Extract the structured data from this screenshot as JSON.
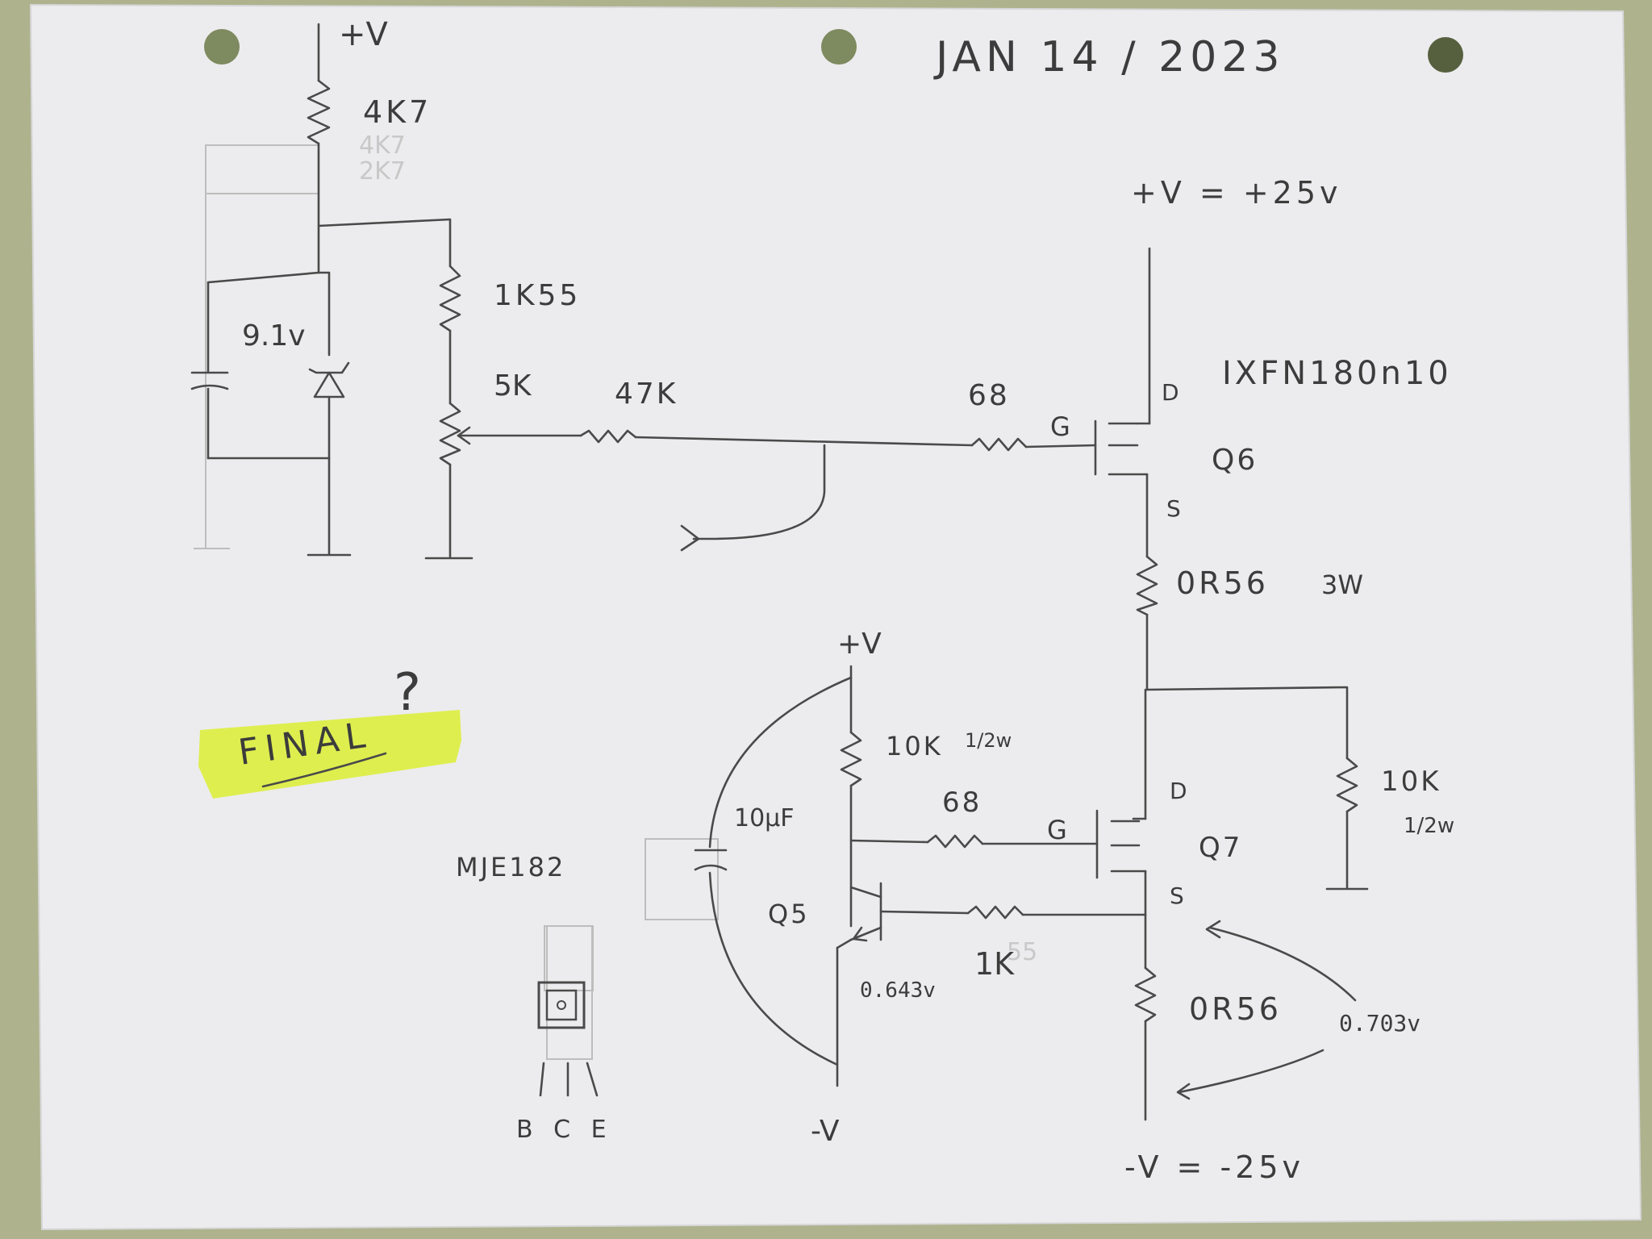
{
  "header": {
    "date": "JAN 14 / 2023"
  },
  "supplies": {
    "top_rail": "+V",
    "pos": "+V = +25v",
    "neg": "-V = -25v",
    "pos_small": "+V",
    "neg_small": "-V"
  },
  "components": {
    "r_top": "4K7",
    "zener": "9.1v",
    "r_1k55": "1K55",
    "pot": "5K",
    "r_47k": "47K",
    "r_68_top": "68",
    "mosfet_part": "IXFN180n10",
    "q6": "Q6",
    "gate_q6": "G",
    "drain_q6": "D",
    "source_q6": "S",
    "r_0r56_top": "0R56",
    "r_0r56_top_power": "3W",
    "r_10k_left": "10K",
    "r_10k_left_power": "1/2w",
    "r_68_bottom": "68",
    "gate_q7": "G",
    "drain_q7": "D",
    "source_q7": "S",
    "q7": "Q7",
    "r_10k_right": "10K",
    "r_10k_right_power": "1/2w",
    "cap": "10µF",
    "bjt_part": "MJE182",
    "q5": "Q5",
    "r_1k": "1K",
    "vbe_q5": "0.643v",
    "r_0r56_bottom": "0R56",
    "vgs_q7": "0.703v",
    "pins": "B C E"
  },
  "note": {
    "final": "FINAL",
    "question": "?"
  }
}
